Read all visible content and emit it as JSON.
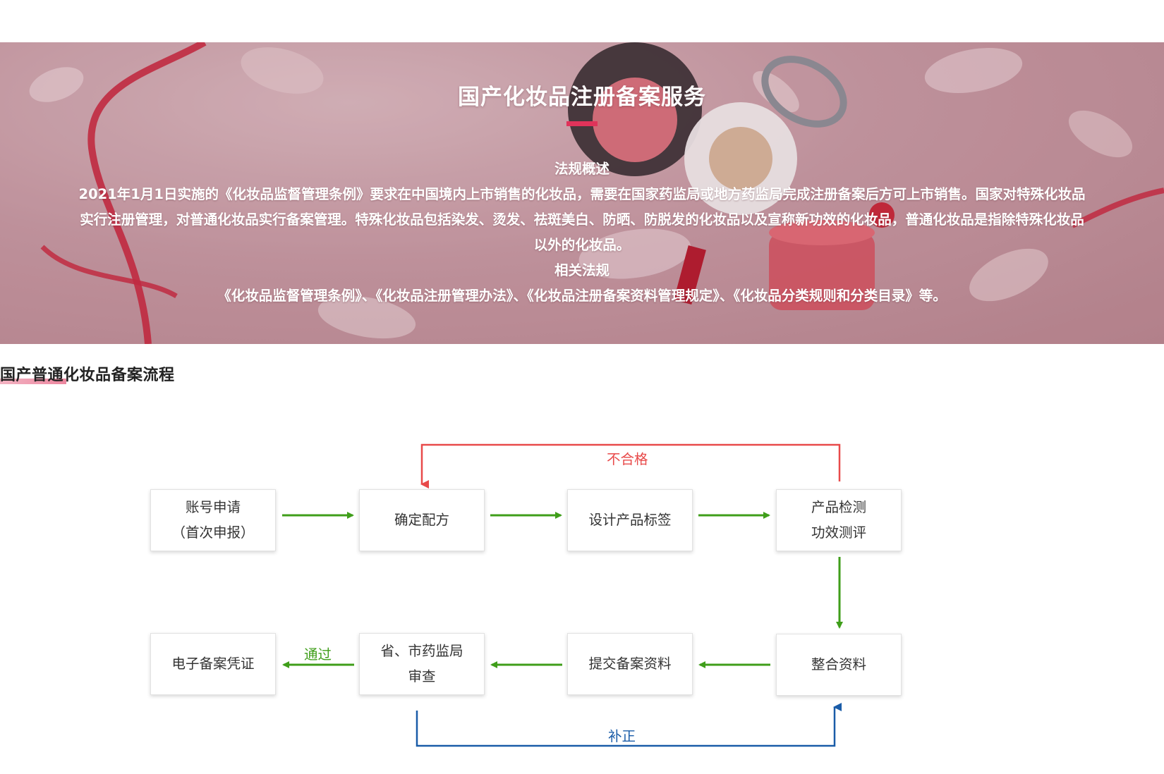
{
  "banner": {
    "title": "国产化妆品注册备案服务",
    "overview_heading": "法规概述",
    "overview_text": "2021年1月1日实施的《化妆品监督管理条例》要求在中国境内上市销售的化妆品，需要在国家药监局或地方药监局完成注册备案后方可上市销售。国家对特殊化妆品实行注册管理，对普通化妆品实行备案管理。特殊化妆品包括染发、烫发、祛斑美白、防晒、防脱发的化妆品以及宣称新功效的化妆品，普通化妆品是指除特殊化妆品以外的化妆品。",
    "laws_heading": "相关法规",
    "laws_text": "《化妆品监督管理条例》、《化妆品注册管理办法》、《化妆品注册备案资料管理规定》、《化妆品分类规则和分类目录》等。"
  },
  "section": {
    "title": "国产普通化妆品备案流程"
  },
  "flow": {
    "steps": {
      "account": [
        "账号申请",
        "（首次申报）"
      ],
      "formula": [
        "确定配方"
      ],
      "label": [
        "设计产品标签"
      ],
      "testing": [
        "产品检测",
        "功效测评"
      ],
      "integrate": [
        "整合资料"
      ],
      "submit": [
        "提交备案资料"
      ],
      "review": [
        "省、市药监局",
        "审查"
      ],
      "certificate": [
        "电子备案凭证"
      ]
    },
    "labels": {
      "unqualified": "不合格",
      "passed": "通过",
      "supplement": "补正"
    },
    "colors": {
      "forward": "#3f9e1a",
      "unqualified": "#e84a4a",
      "supplement": "#1a5ca8"
    }
  }
}
